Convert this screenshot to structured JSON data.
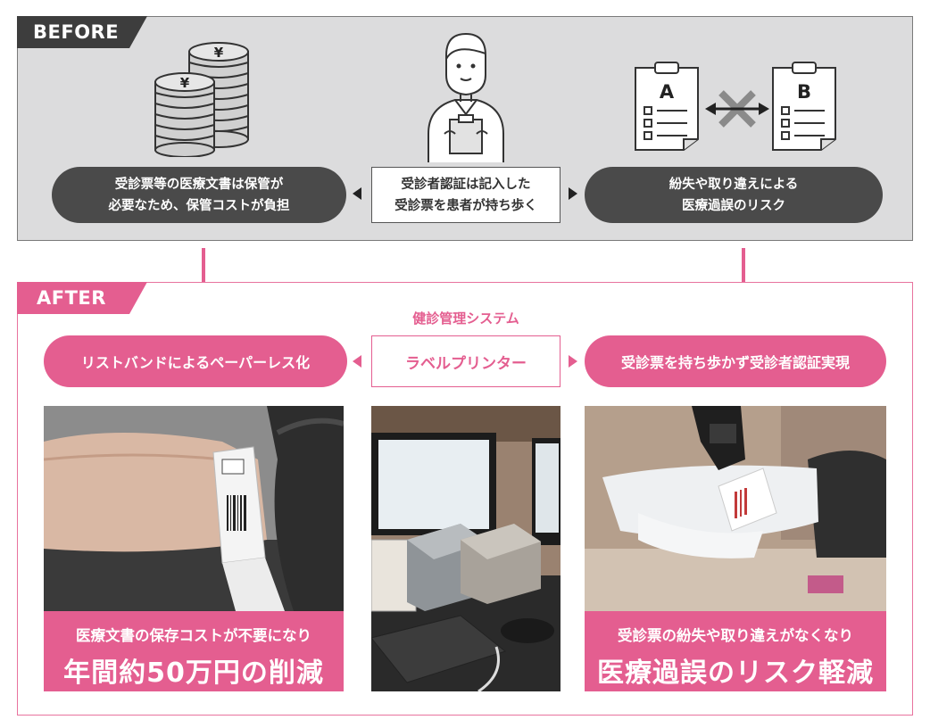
{
  "before": {
    "tag": "BEFORE",
    "left_pill": "受診票等の医療文書は保管が\n必要なため、保管コストが負担",
    "center_box": "受診者認証は記入した\n受診票を患者が持ち歩く",
    "right_pill": "紛失や取り違えによる\n医療過誤のリスク",
    "clipboard_a": "A",
    "clipboard_b": "B",
    "coin_symbol": "¥"
  },
  "after": {
    "tag": "AFTER",
    "system_label": "健診管理システム",
    "left_pill": "リストバンドによるペーパーレス化",
    "center_box": "ラベルプリンター",
    "right_pill": "受診票を持ち歩かず受診者認証実現",
    "left_caption_small": "医療文書の保存コストが不要になり",
    "left_caption_big": "年間約50万円の削減",
    "right_caption_small": "受診票の紛失や取り違えがなくなり",
    "right_caption_big": "医療過誤のリスク軽減"
  },
  "icons": [
    "yen-coins-icon",
    "nurse-icon",
    "clipboard-icon",
    "double-arrow-icon",
    "cross-icon",
    "arrow-down-icon"
  ],
  "colors": {
    "pink": "#e45e90",
    "dark_gray": "#4a4a4a",
    "panel_gray": "#dcdcdd"
  }
}
